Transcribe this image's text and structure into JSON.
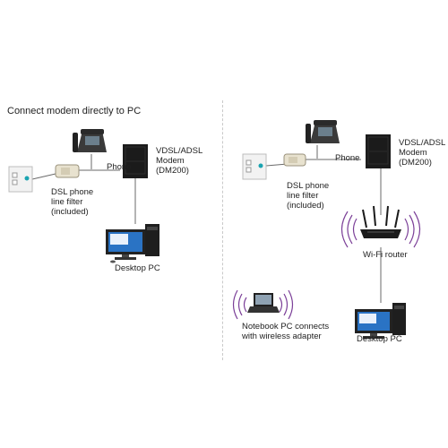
{
  "left": {
    "title": "Connect modem directly to PC",
    "phone_label": "Phone",
    "modem_label": "VDSL/ADSL\nModem\n(DM200)",
    "filter_label": "DSL phone\nline filter\n(included)",
    "pc_label": "Desktop PC"
  },
  "right": {
    "phone_label": "Phone",
    "modem_label": "VDSL/ADSL\nModem\n(DM200)",
    "filter_label": "DSL phone\nline filter\n(included)",
    "router_label": "Wi-Fi router",
    "notebook_label": "Notebook PC connects\nwith wireless adapter",
    "pc_label": "Desktop PC"
  },
  "colors": {
    "device_dark": "#1b1b1b",
    "cable": "#6a6a6a",
    "wifi_waves": "#7b3f98",
    "screen_blue": "#2a73c4",
    "jack_accent": "#1aa3b0"
  }
}
